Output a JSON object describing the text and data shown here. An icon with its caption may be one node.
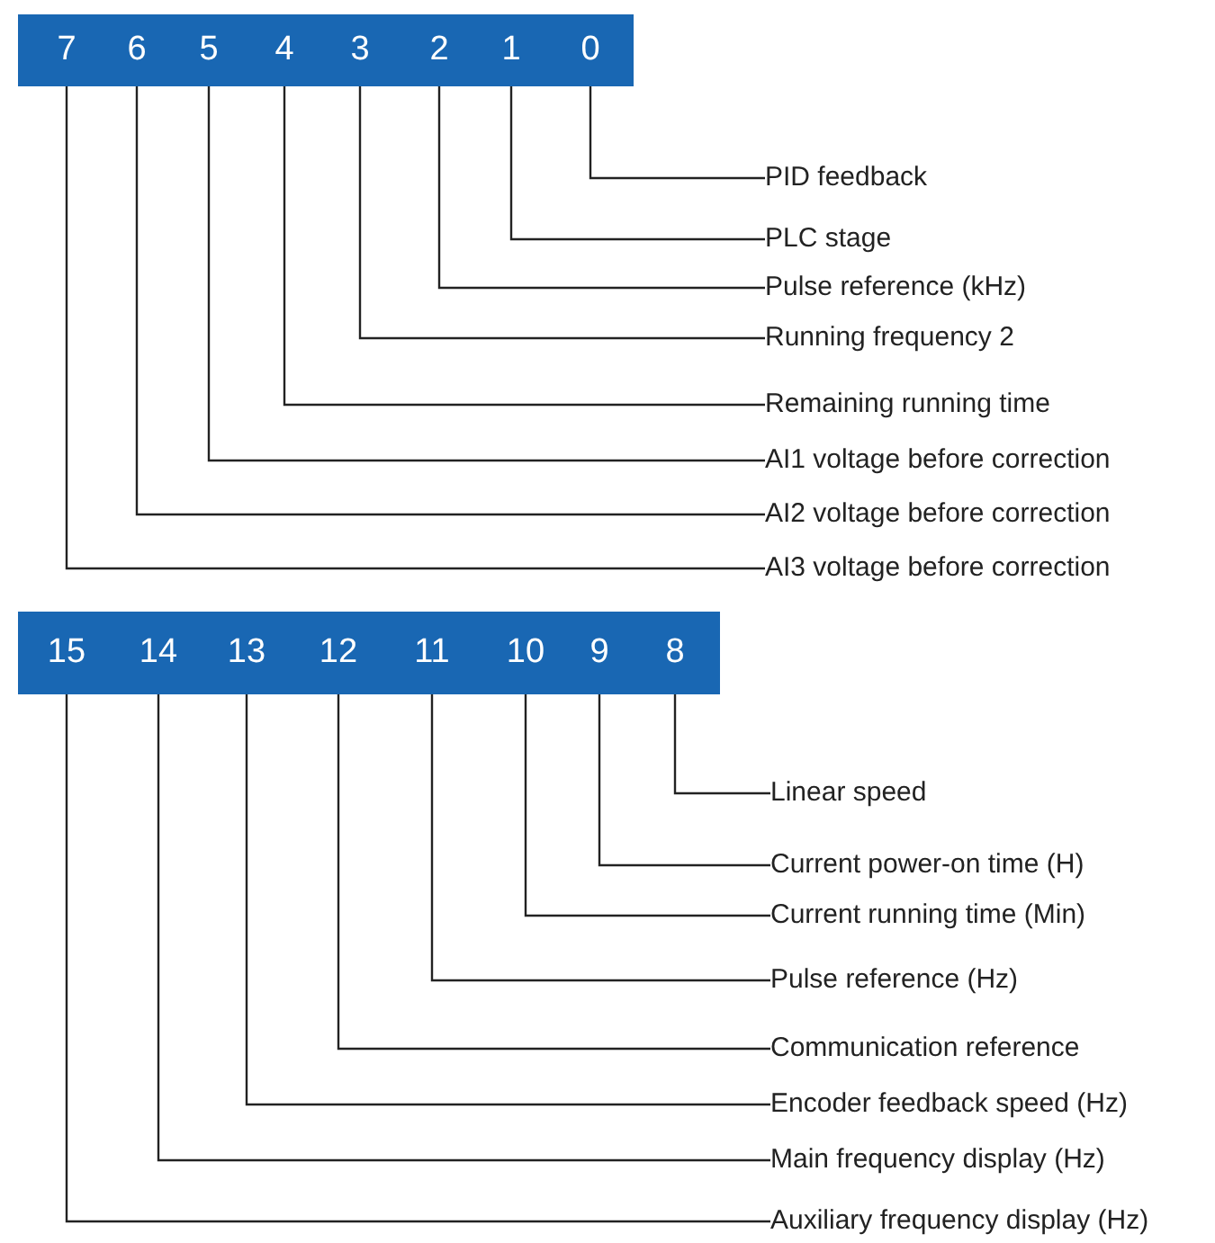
{
  "diagram": {
    "nodes": [
      {
        "text": [],
        "shape": "bar"
      },
      {
        "text": [
          "7"
        ],
        "in": 0
      },
      {
        "text": [
          "6"
        ],
        "in": 0
      },
      {
        "text": [
          "5"
        ],
        "in": 0
      },
      {
        "text": [
          "4"
        ],
        "in": 0
      },
      {
        "text": [
          "3"
        ],
        "in": 0
      },
      {
        "text": [
          "2"
        ],
        "in": 0
      },
      {
        "text": [
          "1"
        ],
        "in": 0
      },
      {
        "text": [
          "0"
        ],
        "in": 0
      },
      {
        "text": [
          "PID feedback"
        ]
      },
      {
        "text": [
          "PLC stage"
        ]
      },
      {
        "text": [
          "Pulse reference (kHz)"
        ]
      },
      {
        "text": [
          "Running frequency 2"
        ]
      },
      {
        "text": [
          "Remaining running time"
        ]
      },
      {
        "text": [
          "AI1 voltage before correction"
        ]
      },
      {
        "text": [
          "AI2 voltage before correction"
        ]
      },
      {
        "text": [
          "AI3 voltage before correction"
        ]
      },
      {
        "text": [],
        "shape": "bar"
      },
      {
        "text": [
          "15"
        ],
        "in": 17
      },
      {
        "text": [
          "14"
        ],
        "in": 17
      },
      {
        "text": [
          "13"
        ],
        "in": 17
      },
      {
        "text": [
          "12"
        ],
        "in": 17
      },
      {
        "text": [
          "11"
        ],
        "in": 17
      },
      {
        "text": [
          "10"
        ],
        "in": 17
      },
      {
        "text": [
          "9"
        ],
        "in": 17
      },
      {
        "text": [
          "8"
        ],
        "in": 17
      },
      {
        "text": [
          "Linear speed"
        ]
      },
      {
        "text": [
          "Current power-on time (H)"
        ]
      },
      {
        "text": [
          "Current running time (Min)"
        ]
      },
      {
        "text": [
          "Pulse reference (Hz)"
        ]
      },
      {
        "text": [
          "Communication reference"
        ]
      },
      {
        "text": [
          "Encoder feedback speed (Hz)"
        ]
      },
      {
        "text": [
          "Main frequency display (Hz)"
        ]
      },
      {
        "text": [
          "Auxiliary frequency display (Hz)"
        ]
      }
    ],
    "edges": [
      {
        "from": 8,
        "to": 9,
        "arrow": "none"
      },
      {
        "from": 7,
        "to": 10,
        "arrow": "none"
      },
      {
        "from": 6,
        "to": 11,
        "arrow": "none"
      },
      {
        "from": 5,
        "to": 12,
        "arrow": "none"
      },
      {
        "from": 4,
        "to": 13,
        "arrow": "none"
      },
      {
        "from": 3,
        "to": 14,
        "arrow": "none"
      },
      {
        "from": 2,
        "to": 15,
        "arrow": "none"
      },
      {
        "from": 1,
        "to": 16,
        "arrow": "none"
      },
      {
        "from": 25,
        "to": 26,
        "arrow": "none"
      },
      {
        "from": 24,
        "to": 27,
        "arrow": "none"
      },
      {
        "from": 23,
        "to": 28,
        "arrow": "none"
      },
      {
        "from": 22,
        "to": 29,
        "arrow": "none"
      },
      {
        "from": 21,
        "to": 30,
        "arrow": "none"
      },
      {
        "from": 20,
        "to": 31,
        "arrow": "none"
      },
      {
        "from": 19,
        "to": 32,
        "arrow": "none"
      },
      {
        "from": 18,
        "to": 33,
        "arrow": "none"
      }
    ]
  }
}
